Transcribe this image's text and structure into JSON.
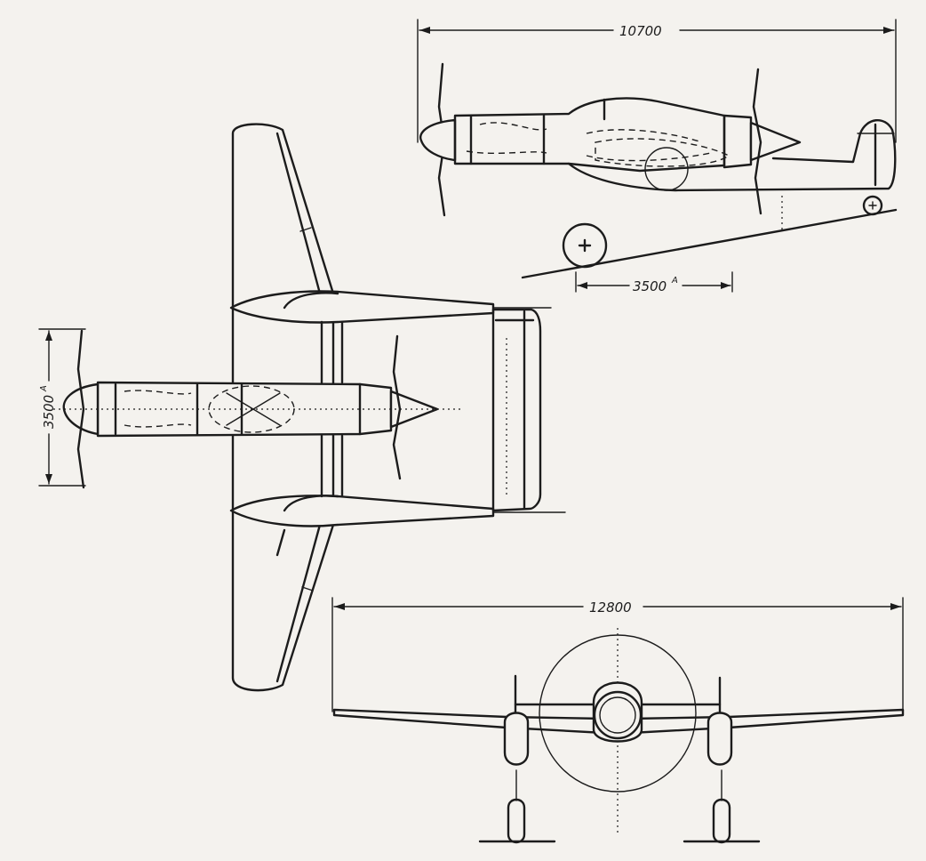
{
  "dimensions": {
    "length": "10700",
    "wheel_track_side": "3500",
    "wheel_track_sup": "A",
    "nose_wheel_span": "3500",
    "nose_wheel_sup": "A",
    "wingspan": "12800"
  }
}
